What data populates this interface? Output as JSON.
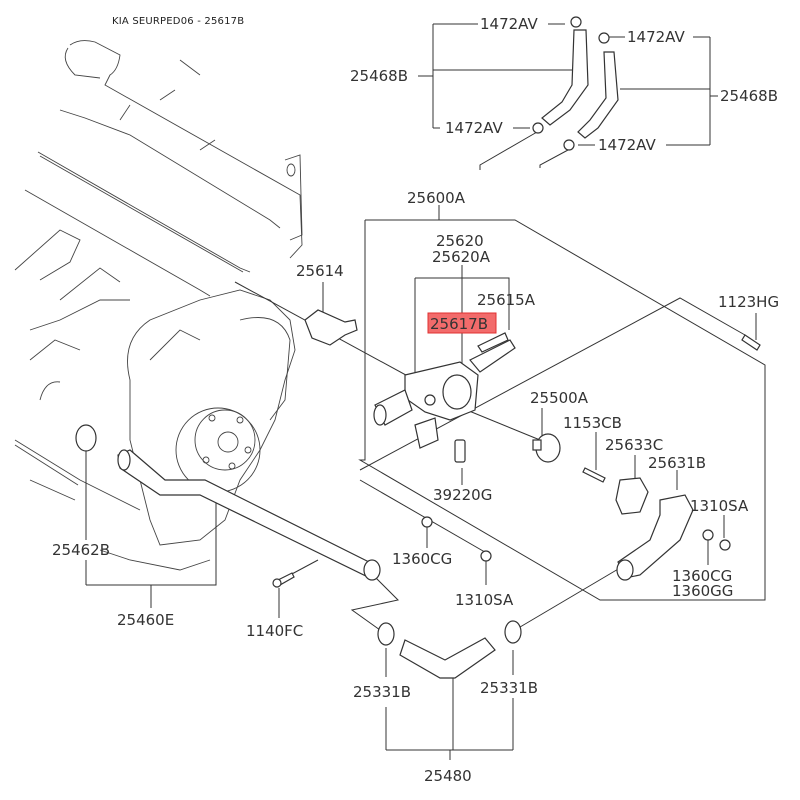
{
  "title": "KIA SEURPED06 - 25617B",
  "highlight_color": "#f26b6b",
  "highlighted_part": "25617B",
  "labels": {
    "p1472av_top_left": "1472AV",
    "p1472av_top_right": "1472AV",
    "p1472av_mid_left": "1472AV",
    "p1472av_mid_right": "1472AV",
    "p25468b_left": "25468B",
    "p25468b_right": "25468B",
    "p25600a": "25600A",
    "p25620": "25620",
    "p25620a": "25620A",
    "p25614": "25614",
    "p25615a": "25615A",
    "p25617b": "25617B",
    "p1123hg": "1123HG",
    "p25500a": "25500A",
    "p1153cb": "1153CB",
    "p25633c": "25633C",
    "p25631b": "25631B",
    "p1310sa_right": "1310SA",
    "p39220g": "39220G",
    "p1360cg_mid": "1360CG",
    "p1310sa_mid": "1310SA",
    "p1360cg_right": "1360CG",
    "p1360gg_right": "1360GG",
    "p25462b": "25462B",
    "p25460e": "25460E",
    "p1140fc": "1140FC",
    "p25331b_left": "25331B",
    "p25331b_right": "25331B",
    "p25480": "25480"
  }
}
